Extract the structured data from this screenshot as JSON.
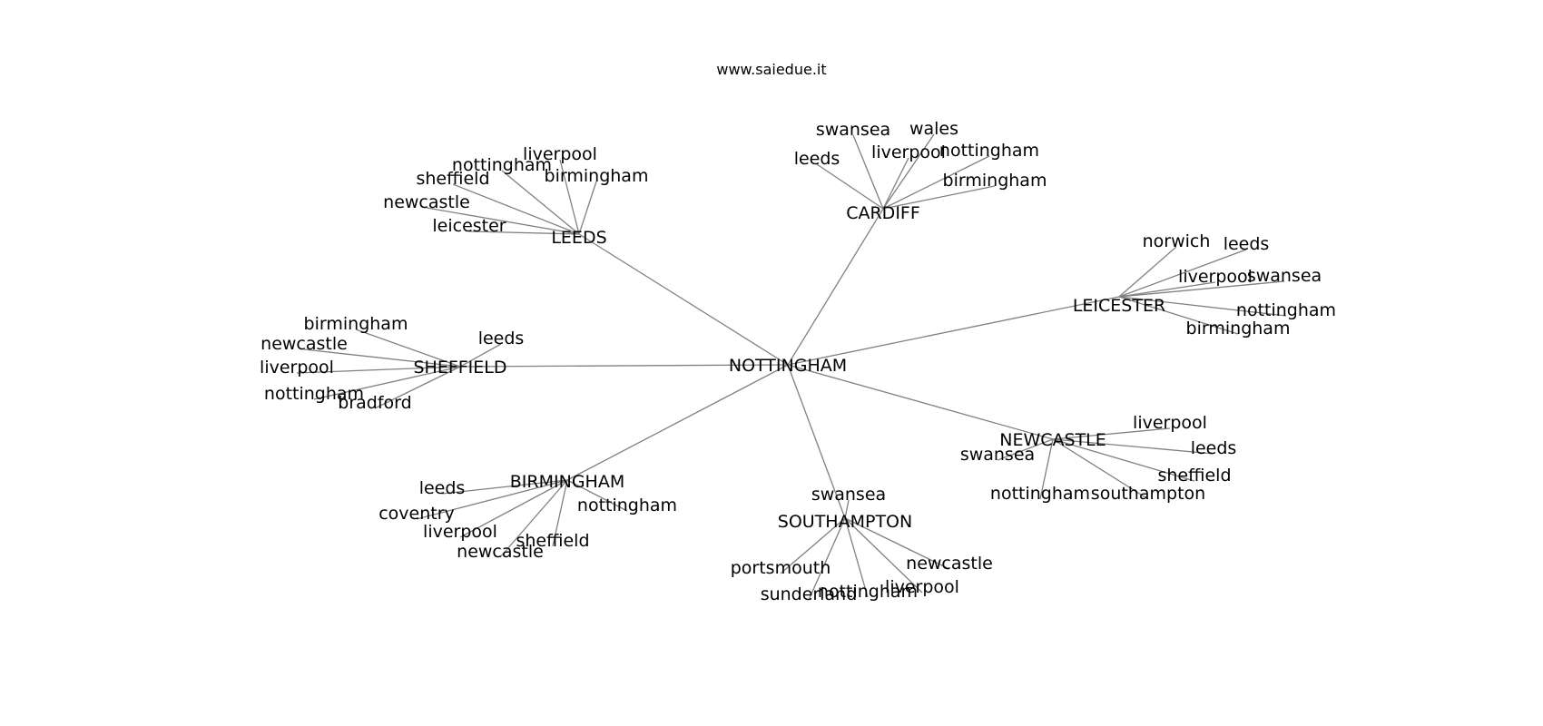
{
  "caption": "www.saiedue.it",
  "root": "NOTTINGHAM",
  "hubs": [
    {
      "id": "leeds",
      "label": "LEEDS",
      "children": [
        "liverpool",
        "nottingham",
        "sheffield",
        "newcastle",
        "leicester",
        "birmingham"
      ]
    },
    {
      "id": "cardiff",
      "label": "CARDIFF",
      "children": [
        "swansea",
        "wales",
        "leeds",
        "liverpool",
        "nottingham",
        "birmingham"
      ]
    },
    {
      "id": "leicester",
      "label": "LEICESTER",
      "children": [
        "norwich",
        "leeds",
        "liverpool",
        "swansea",
        "nottingham",
        "birmingham"
      ]
    },
    {
      "id": "sheffield",
      "label": "SHEFFIELD",
      "children": [
        "birmingham",
        "newcastle",
        "leeds",
        "liverpool",
        "nottingham",
        "bradford"
      ]
    },
    {
      "id": "newcastle",
      "label": "NEWCASTLE",
      "children": [
        "liverpool",
        "swansea",
        "leeds",
        "sheffield",
        "nottingham",
        "southampton"
      ]
    },
    {
      "id": "birmingham",
      "label": "BIRMINGHAM",
      "children": [
        "leeds",
        "coventry",
        "nottingham",
        "liverpool",
        "sheffield",
        "newcastle"
      ]
    },
    {
      "id": "southampton",
      "label": "SOUTHAMPTON",
      "children": [
        "swansea",
        "portsmouth",
        "newcastle",
        "sunderland",
        "nottingham",
        "liverpool"
      ]
    }
  ]
}
